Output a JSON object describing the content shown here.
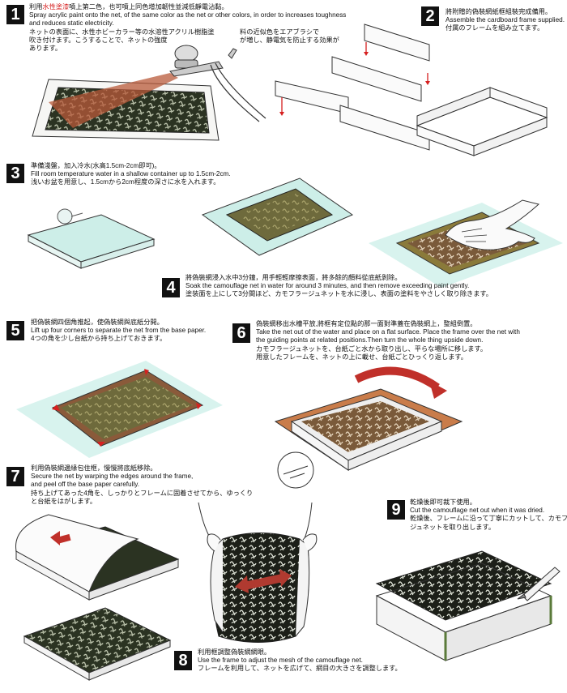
{
  "steps": [
    {
      "number": "1",
      "lines": [
        {
          "pre": "利用",
          "highlight": "水性塗漆",
          "post": "噴上第二色，也可噴上同色增加韌性並減低靜電沾黏。"
        },
        {
          "pre": "Spray acrylic paint onto the net, of the same color as the net or other colors, in order to increases toughness",
          "highlight": "",
          "post": ""
        },
        {
          "pre": "and reduces static electricity.",
          "highlight": "",
          "post": ""
        },
        {
          "pre": "ネットの表面に、水性ホビーカラー等の水溶性アクリル樹脂塗",
          "highlight": "",
          "post": ""
        },
        {
          "pre": "吹き付けます。こうすることで、ネットの強度",
          "highlight": "",
          "post": ""
        },
        {
          "pre": "あります。",
          "highlight": "",
          "post": ""
        }
      ],
      "side_lines": [
        "料の近似色をエアブラシで",
        "が増し、静電気を防止する効果が"
      ]
    },
    {
      "number": "2",
      "lines": [
        "將附贈的偽裝網紙框組裝完成備用。",
        "Assemble the cardboard frame supplied.",
        "付属のフレームを組み立てます。"
      ]
    },
    {
      "number": "3",
      "lines": [
        "準備淺盤，加入冷水(水高1.5cm-2cm即可)。",
        "Fill room temperature water in a shallow container up to 1.5cm-2cm.",
        "浅いお盆を用意し、1.5cmから2cm程度の深さに水を入れます。"
      ]
    },
    {
      "number": "4",
      "lines": [
        "將偽裝網浸入水中3分鐘，用手輕輕摩擦表面，將多餘的顏料從底紙剝除。",
        "Soak the camouflage net in water for around 3 minutes, and then remove exceeding paint gently.",
        "塗装面を上にして3分間ほど、カモフラージュネットを水に浸し、表面の塗料をやさしく取り除きます。"
      ]
    },
    {
      "number": "5",
      "lines": [
        "把偽裝網四個角推起，使偽裝網與底紙分開。",
        "Lift up four corners to separate the net from the base paper.",
        "4つの角を少し台紙から持ち上げておきます。"
      ]
    },
    {
      "number": "6",
      "lines": [
        "偽裝網移出水槽平放,將框有定位點的那一面對準蓋在偽裝網上，整組倒置。",
        "Take the net out of the water and place on a flat surface. Place the frame over the net with",
        "the guiding points at related positions.Then turn the whole thing upside down.",
        "カモフラージュネットを、台紙ごと水から取り出し、平らな場所に移します。",
        "用意したフレームを、ネットの上に載せ、台紙ごとひっくり返します。"
      ]
    },
    {
      "number": "7",
      "lines": [
        "利用偽裝網邊緣包住框，慢慢將底紙移除。",
        "Secure the net by warping the edges around the frame,",
        "and peel off the base paper carefully.",
        "持ち上げてあった4角を、しっかりとフレームに固着させてから、ゆっくり",
        "と台紙をはがします。"
      ]
    },
    {
      "number": "8",
      "lines": [
        "利用框調整偽裝網網眼。",
        "Use the frame to adjust the mesh of the camouflage net.",
        "フレームを利用して、ネットを広げて、網目の大きさを調整します。"
      ]
    },
    {
      "number": "9",
      "lines": [
        "乾燥後即可裁下使用。",
        "Cut the camouflage net out when it was dried.",
        "乾燥後、フレームに沿って丁寧にカットして、カモフラー",
        "ジュネットを取り出します。"
      ]
    }
  ],
  "colors": {
    "accent_red": "#d62020",
    "net_dark": "#2b3322",
    "net_pattern": "#c9d0b8",
    "paper_brown": "#9a5a36",
    "water": "#cdeee8",
    "paint_spray": "#b85a3a"
  }
}
